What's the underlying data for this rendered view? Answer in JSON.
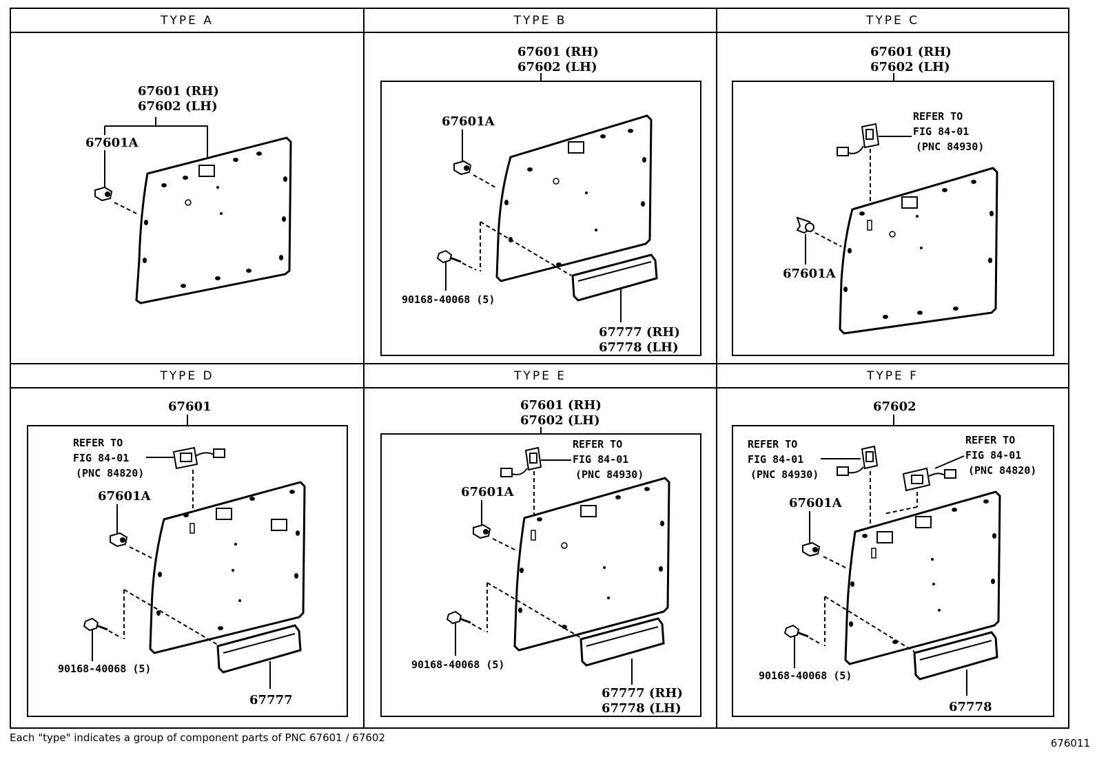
{
  "types": [
    {
      "key": "a",
      "title": "TYPE A",
      "part": "67601 (RH)",
      "part2": "67602 (LH)",
      "clip": "67601A"
    },
    {
      "key": "b",
      "title": "TYPE B",
      "part": "67601 (RH)",
      "part2": "67602 (LH)",
      "clip": "67601A",
      "screw": "90168-40068 (5)",
      "trim": "67777 (RH)",
      "trim2": "67778 (LH)"
    },
    {
      "key": "c",
      "title": "TYPE C",
      "part": "67601 (RH)",
      "part2": "67602 (LH)",
      "clip": "67601A",
      "refer": "REFER TO",
      "refer_fig": "FIG 84-01",
      "refer_pnc": "(PNC 84930)"
    },
    {
      "key": "d",
      "title": "TYPE D",
      "part": "67601",
      "clip": "67601A",
      "screw": "90168-40068 (5)",
      "trim": "67777",
      "refer": "REFER TO",
      "refer_fig": "FIG 84-01",
      "refer_pnc": "(PNC 84820)"
    },
    {
      "key": "e",
      "title": "TYPE E",
      "part": "67601 (RH)",
      "part2": "67602 (LH)",
      "clip": "67601A",
      "screw": "90168-40068 (5)",
      "trim": "67777 (RH)",
      "trim2": "67778 (LH)",
      "refer": "REFER TO",
      "refer_fig": "FIG 84-01",
      "refer_pnc": "(PNC 84930)"
    },
    {
      "key": "f",
      "title": "TYPE F",
      "part": "67602",
      "clip": "67601A",
      "screw": "90168-40068 (5)",
      "trim": "67778",
      "refer": "REFER TO",
      "refer_fig": "FIG 84-01",
      "refer_pnc": "(PNC 84930)",
      "refer2": "REFER TO",
      "refer2_fig": "FIG 84-01",
      "refer2_pnc": "(PNC 84820)"
    }
  ],
  "footer": {
    "note": "Each \"type\" indicates a group of component parts of PNC 67601 / 67602",
    "figure_code": "676011"
  }
}
